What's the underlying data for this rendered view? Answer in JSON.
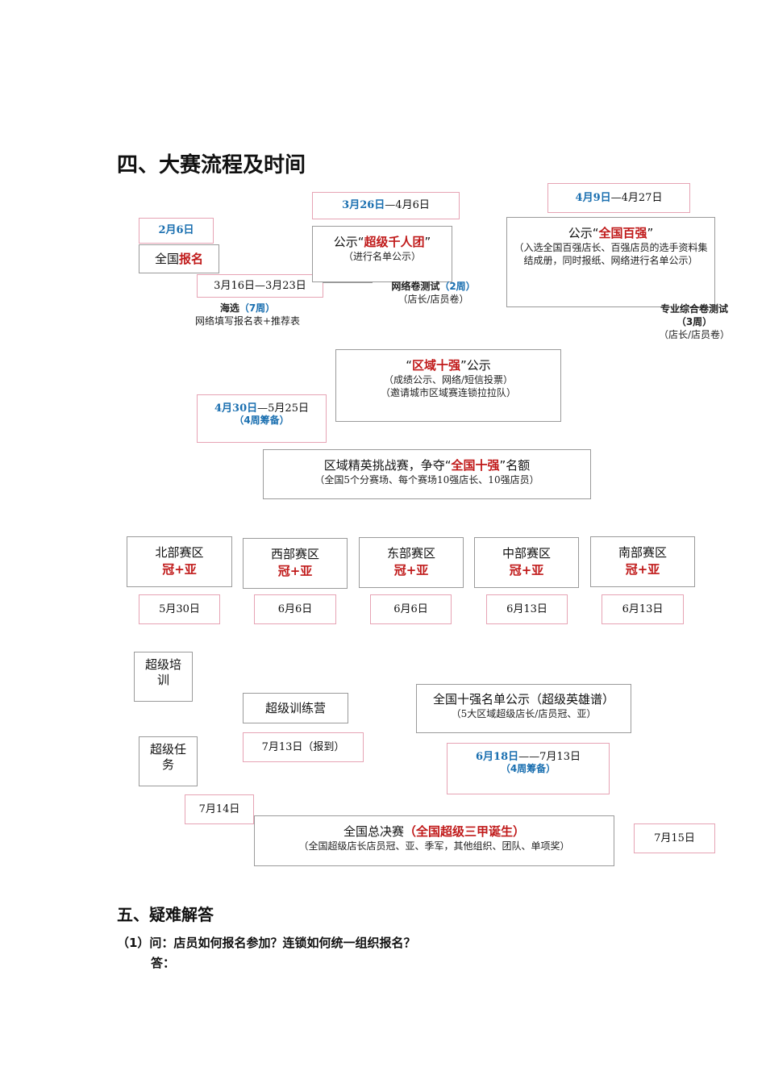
{
  "section4_title": "四、大赛流程及时间",
  "reg": {
    "date": "2月6日",
    "prefix": "全国",
    "hl": "报名"
  },
  "s1": {
    "date": "3月16日—3月23日",
    "title_pre": "海选",
    "title_hl": "（7周）",
    "desc": "网络填写报名表+推荐表"
  },
  "s2": {
    "date_hl": "3月26日",
    "date_rest": "—4月6日",
    "pre": "公示“",
    "hl": "超级千人团",
    "post": "”",
    "sub": "（进行名单公示）"
  },
  "s2b": {
    "pre": "网络卷测试",
    "hl": "（2周）",
    "sub": "（店长/店员卷）"
  },
  "s3": {
    "date_hl": "4月9日",
    "date_rest": "—4月27日",
    "pre": "公示“",
    "hl": "全国百强",
    "post": "”",
    "desc": "（入选全国百强店长、百强店员的选手资料集结成册，同时报纸、网络进行名单公示）"
  },
  "s3b": {
    "title": "专业综合卷测试",
    "hl": "（3周）",
    "sub": "（店长/店员卷）"
  },
  "s4": {
    "pre": "“",
    "hl": "区域十强",
    "post": "”公示",
    "line1": "（成绩公示、网络/短信投票）",
    "line2": "（邀请城市区域赛连锁拉拉队）"
  },
  "s5": {
    "date_hl": "4月30日",
    "date_rest": "—5月25日",
    "sub": "（4周筹备）"
  },
  "s6": {
    "pre": "区域精英挑战赛，争夺“",
    "hl": "全国十强",
    "post": "”名额",
    "sub": "（全国5个分赛场、每个赛场10强店长、10强店员）"
  },
  "regions": [
    {
      "name": "北部赛区",
      "award": "冠+亚",
      "date": "5月30日"
    },
    {
      "name": "西部赛区",
      "award": "冠+亚",
      "date": "6月6日"
    },
    {
      "name": "东部赛区",
      "award": "冠+亚",
      "date": "6月6日"
    },
    {
      "name": "中部赛区",
      "award": "冠+亚",
      "date": "6月13日"
    },
    {
      "name": "南部赛区",
      "award": "冠+亚",
      "date": "6月13日"
    }
  ],
  "training": "超级培训",
  "task": "超级任务",
  "camp": {
    "title": "超级训练营",
    "date": "7月13日（报到）"
  },
  "top10": {
    "title": "全国十强名单公示（超级英雄谱）",
    "sub": "（5大区域超级店长/店员冠、亚）"
  },
  "prep": {
    "date_hl": "6月18日",
    "date_rest": "——7月13日",
    "sub": "（4周筹备）"
  },
  "final": {
    "pre_date": "7月14日",
    "title_pre": "全国总决赛",
    "title_hl": "（全国超级三甲诞生）",
    "sub": "（全国超级店长店员冠、亚、季军，其他组织、团队、单项奖）",
    "post_date": "7月15日"
  },
  "section5_title": "五、疑难解答",
  "q1": "（1）问：店员如何报名参加？连锁如何统一组织报名？",
  "a1": "答："
}
